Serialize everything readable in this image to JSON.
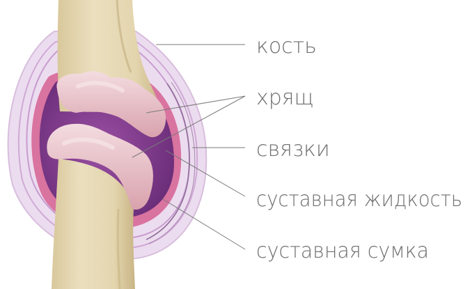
{
  "labels": {
    "bone": "кость",
    "cartilage": "хрящ",
    "ligaments": "связки",
    "synovial_fluid": "суставная жидкость",
    "joint_capsule": "суставная сумка"
  },
  "colors": {
    "bone": "#e6d9b6",
    "bone_shadow": "#cdbb8f",
    "cartilage": "#e7b9bf",
    "cartilage_highlight": "#f4dde0",
    "synovial_cavity": "#7e3b88",
    "capsule_inner": "#d76a9e",
    "ligament": "#d8bedd",
    "label_text": "#6e6e6e",
    "leader_line": "#7a7a7a"
  }
}
